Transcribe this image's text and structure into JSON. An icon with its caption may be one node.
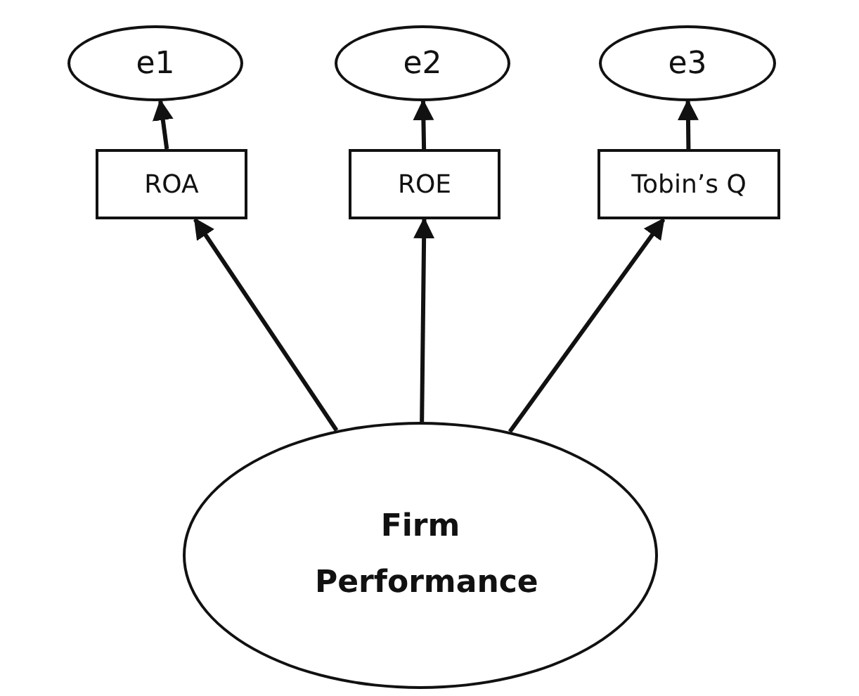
{
  "diagram": {
    "nodes": [
      {
        "text": [
          "e1"
        ]
      },
      {
        "text": [
          "e2"
        ]
      },
      {
        "text": [
          "e3"
        ]
      },
      {
        "text": [
          "ROA"
        ]
      },
      {
        "text": [
          "ROE"
        ]
      },
      {
        "text": [
          "Tobin’s Q"
        ]
      },
      {
        "text": [
          "Firm Performance"
        ]
      }
    ],
    "edges": [
      {
        "from": 3,
        "to": 0,
        "arrow": "to"
      },
      {
        "from": 4,
        "to": 1,
        "arrow": "to"
      },
      {
        "from": 5,
        "to": 2,
        "arrow": "to"
      },
      {
        "from": 6,
        "to": 3,
        "arrow": "to"
      },
      {
        "from": 6,
        "to": 4,
        "arrow": "to"
      },
      {
        "from": 6,
        "to": 5,
        "arrow": "to"
      }
    ]
  }
}
